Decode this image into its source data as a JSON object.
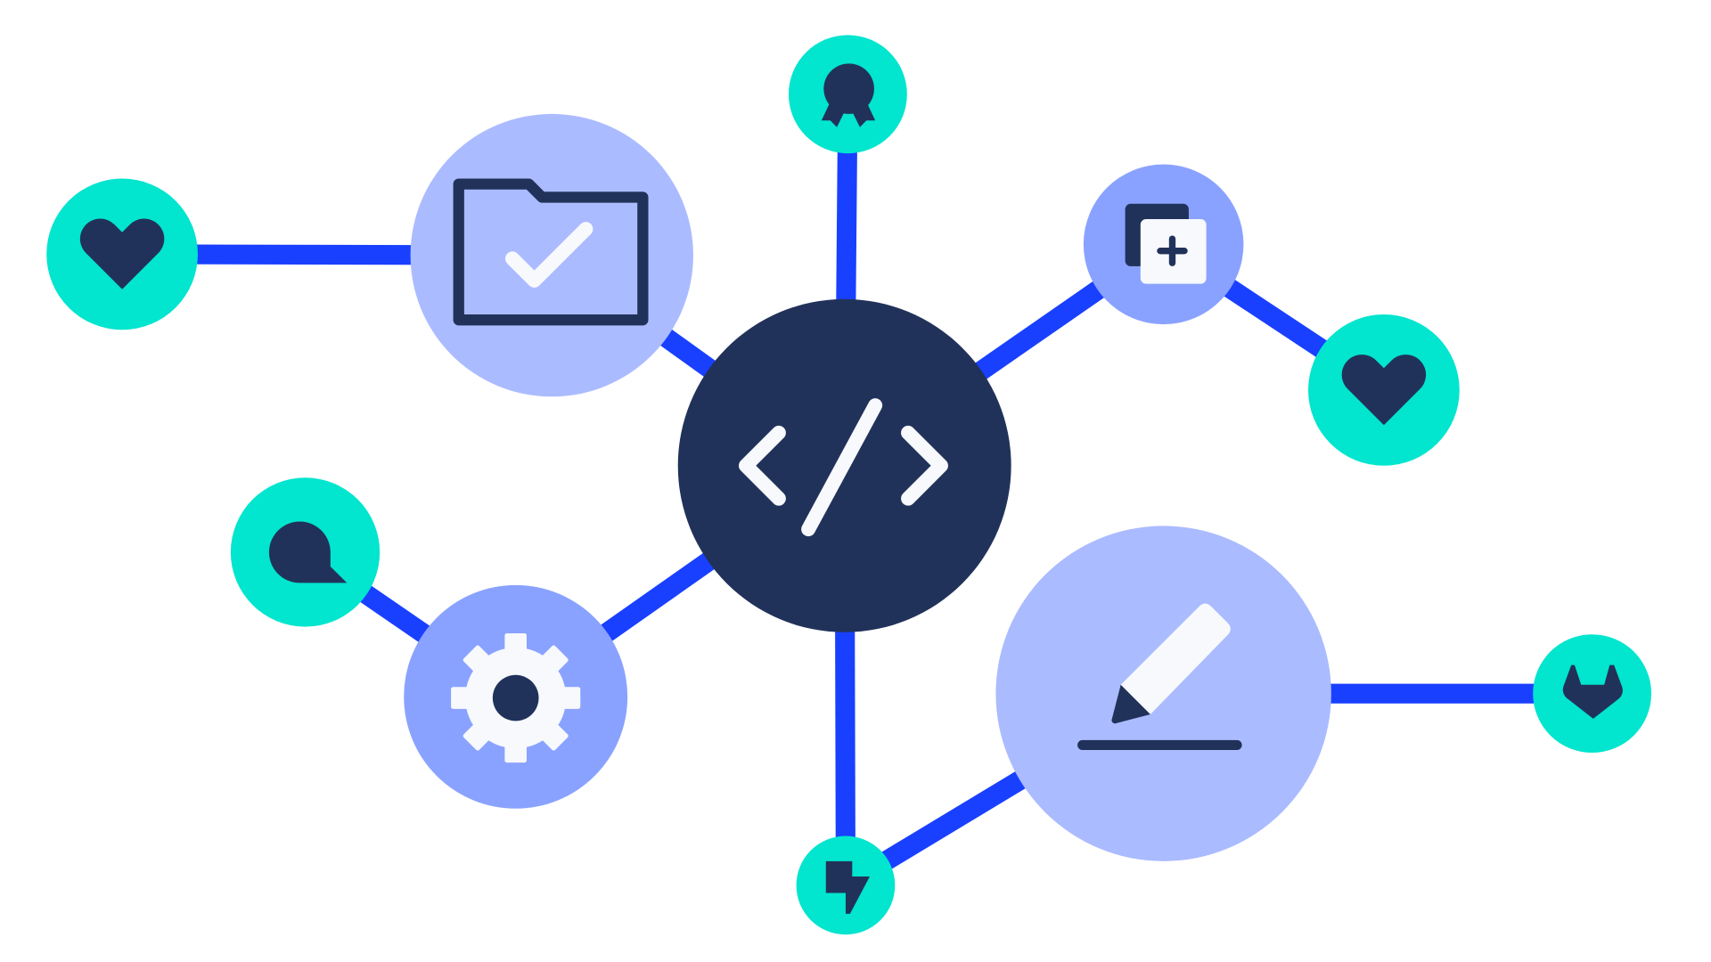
{
  "colors": {
    "background": "#ffffff",
    "connector": "#1940ff",
    "hub": "#21325a",
    "node_light": "#abbbff",
    "node_mid": "#8aa2ff",
    "node_teal": "#02e5cf",
    "icon_dark": "#21325a",
    "icon_light": "#f7f9fd"
  },
  "nodes": [
    {
      "id": "hub",
      "icon": "code-icon"
    },
    {
      "id": "folder",
      "icon": "folder-check-icon"
    },
    {
      "id": "heart-left",
      "icon": "heart-icon"
    },
    {
      "id": "award",
      "icon": "award-ribbon-icon"
    },
    {
      "id": "copy",
      "icon": "copy-add-icon"
    },
    {
      "id": "heart-right",
      "icon": "heart-icon"
    },
    {
      "id": "chat",
      "icon": "chat-bubble-icon"
    },
    {
      "id": "gear",
      "icon": "gear-icon"
    },
    {
      "id": "pen",
      "icon": "pen-underline-icon"
    },
    {
      "id": "shield",
      "icon": "shield-icon"
    },
    {
      "id": "bolt",
      "icon": "lightning-bolt-icon"
    }
  ],
  "edges": [
    [
      "heart-left",
      "folder"
    ],
    [
      "folder",
      "hub"
    ],
    [
      "award",
      "hub"
    ],
    [
      "hub",
      "copy"
    ],
    [
      "copy",
      "heart-right"
    ],
    [
      "chat",
      "gear"
    ],
    [
      "gear",
      "hub"
    ],
    [
      "hub",
      "bolt"
    ],
    [
      "bolt",
      "pen"
    ],
    [
      "pen",
      "shield"
    ]
  ]
}
